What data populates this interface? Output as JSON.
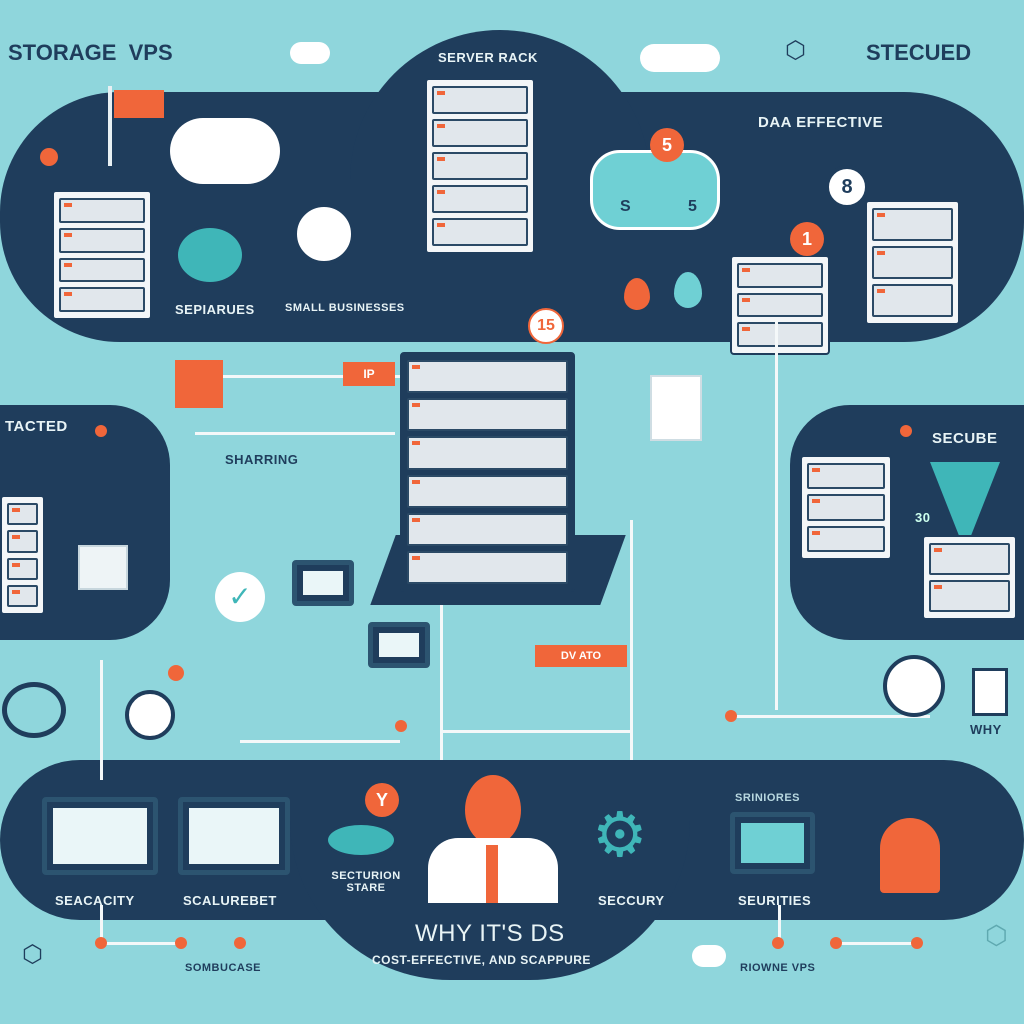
{
  "header": {
    "left_title": "STORAGE  VPS",
    "right_title": "STECUED",
    "center_label": "SERVER RACK",
    "top_right_label": "DAA EFFECTIVE"
  },
  "top_left": {
    "label_1": "SEPIARUES",
    "label_2": "SMALL BUSINESSES"
  },
  "badges": {
    "cloud_top": "5",
    "cloud_text": "S",
    "cloud_right": "5",
    "drop": "8",
    "server_right": "1",
    "orange_box": "15"
  },
  "middle": {
    "left_label": "TACTED",
    "sharing_label": "SHARRING",
    "ip_label": "IP",
    "right_label": "SECUBE",
    "right_number": "30",
    "dv_label": "DV ATO",
    "why_label": "WHY"
  },
  "bottom": {
    "items": [
      "SEACACITY",
      "SCALUREBET",
      "SECTURION STARE",
      "SECCURY",
      "SEURITIES"
    ],
    "srin_label": "SRINIORES",
    "y_badge": "Y",
    "main_title": "WHY IT'S DS",
    "subtitle": "COST-EFFECTIVE, AND SCAPPURE",
    "left_caption": "SOMBUCASE",
    "right_caption": "RIOWNE VPS"
  },
  "colors": {
    "background": "#8fd6dc",
    "navy": "#1f3d5c",
    "accent": "#f0663a"
  }
}
